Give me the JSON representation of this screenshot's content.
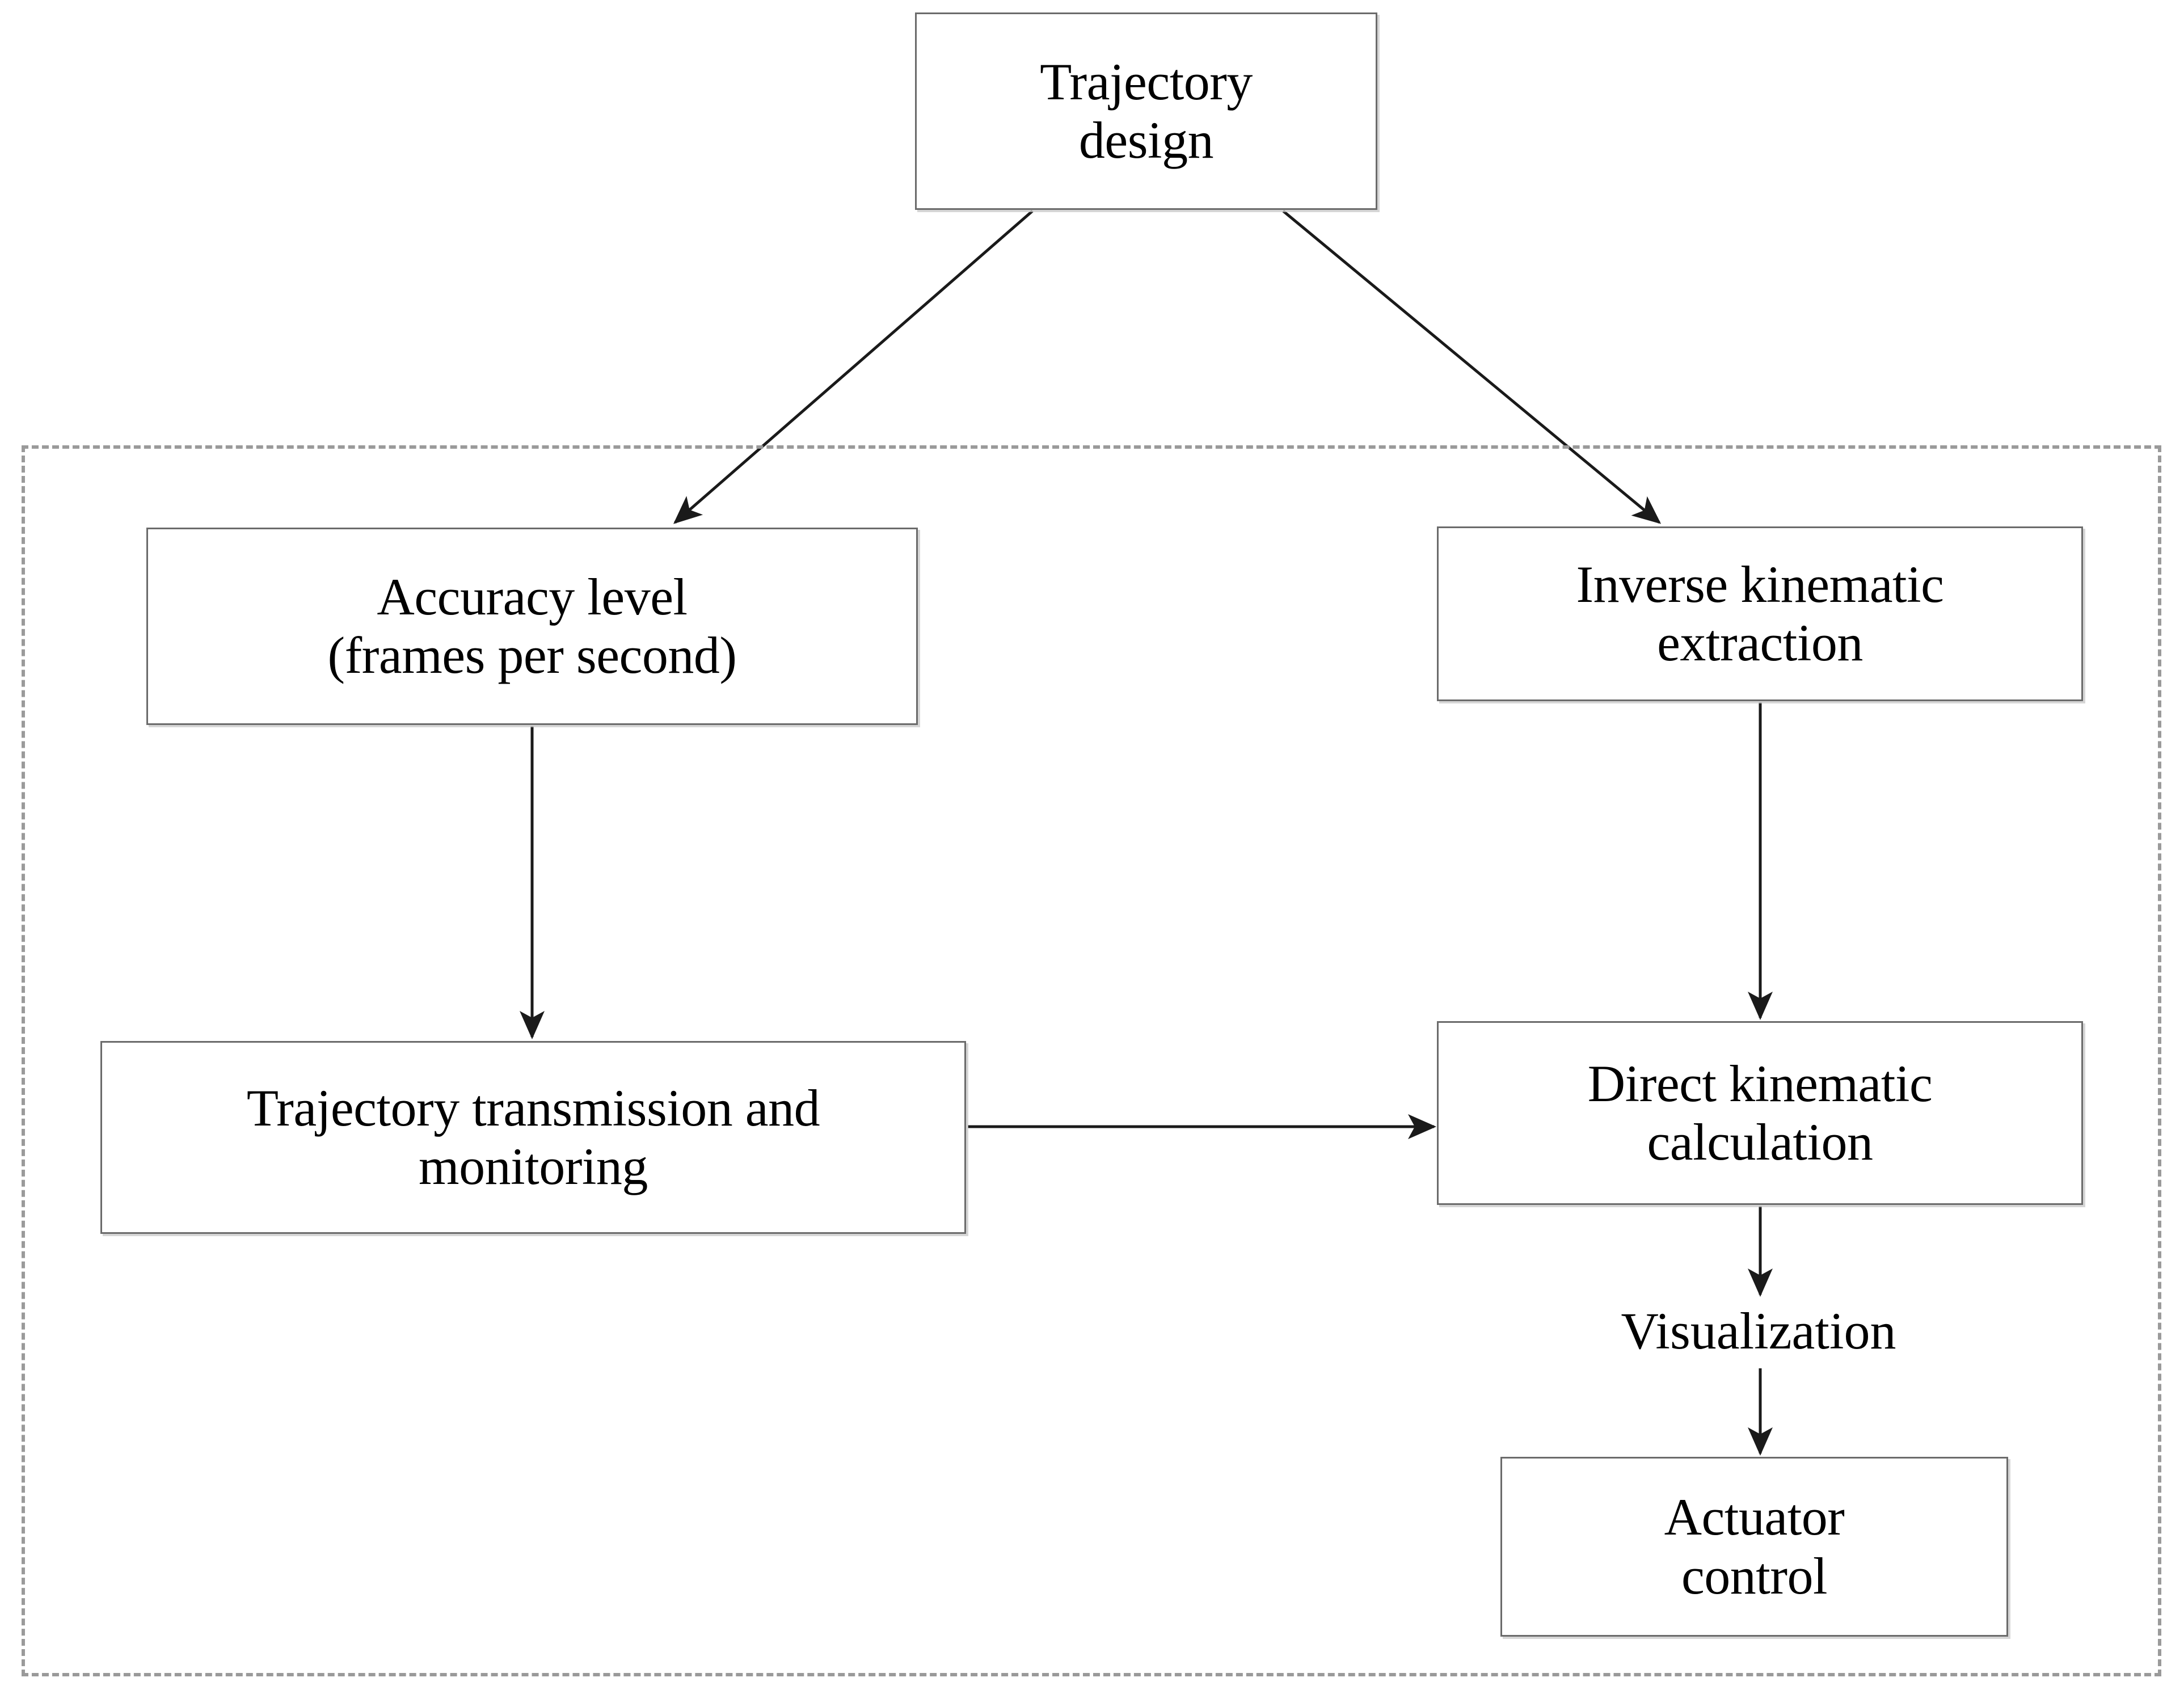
{
  "diagram": {
    "title": "Trajectory design pipeline flowchart",
    "colors": {
      "node_border": "#6b6b6b",
      "node_fill": "#ffffff",
      "edge_stroke": "#1a1a1a",
      "group_border": "#9a9a9a",
      "text": "#000000"
    },
    "nodes": [
      {
        "id": "trajectory-design",
        "label": "Trajectory\ndesign"
      },
      {
        "id": "accuracy-level",
        "label": "Accuracy level\n(frames per second)"
      },
      {
        "id": "inverse-kinematic",
        "label": "Inverse kinematic\nextraction"
      },
      {
        "id": "trajectory-transmission",
        "label": "Trajectory transmission and\nmonitoring"
      },
      {
        "id": "direct-kinematic",
        "label": "Direct kinematic\ncalculation"
      },
      {
        "id": "actuator-control",
        "label": "Actuator\ncontrol"
      }
    ],
    "edge_labels": [
      {
        "id": "visualization",
        "label": "Visualization"
      }
    ],
    "group": {
      "id": "dashed-group",
      "style": "dashed",
      "label": ""
    }
  }
}
